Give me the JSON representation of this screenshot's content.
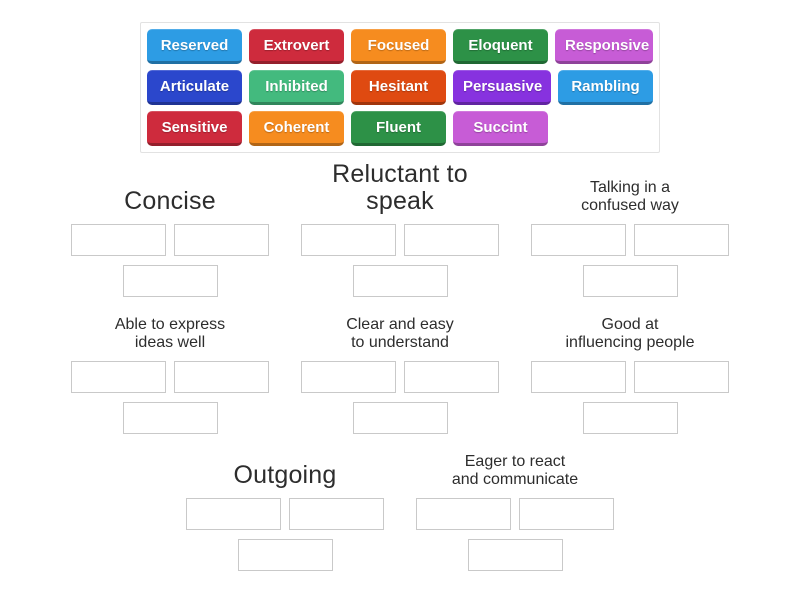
{
  "bank": {
    "chips": [
      {
        "label": "Reserved",
        "color": "#2d9ce4"
      },
      {
        "label": "Extrovert",
        "color": "#ce2b3d"
      },
      {
        "label": "Focused",
        "color": "#f68c1f"
      },
      {
        "label": "Eloquent",
        "color": "#2d9147"
      },
      {
        "label": "Responsive",
        "color": "#c75cd6"
      },
      {
        "label": "Articulate",
        "color": "#2b47cc"
      },
      {
        "label": "Inhibited",
        "color": "#43ba7e"
      },
      {
        "label": "Hesitant",
        "color": "#df4a11"
      },
      {
        "label": "Persuasive",
        "color": "#8732df"
      },
      {
        "label": "Rambling",
        "color": "#2d9ce4"
      },
      {
        "label": "Sensitive",
        "color": "#ce2b3d"
      },
      {
        "label": "Coherent",
        "color": "#f68c1f"
      },
      {
        "label": "Fluent",
        "color": "#2d9147"
      },
      {
        "label": "Succint",
        "color": "#c75cd6"
      }
    ]
  },
  "categories": [
    {
      "title": "Concise",
      "size": "large",
      "lines": [
        "Concise"
      ]
    },
    {
      "title": "Reluctant to speak",
      "size": "large",
      "lines": [
        "Reluctant to speak"
      ]
    },
    {
      "title": "Talking in a confused way",
      "size": "small",
      "lines": [
        "Talking in a",
        "confused way"
      ]
    },
    {
      "title": "Able to express ideas well",
      "size": "small",
      "lines": [
        "Able to express",
        "ideas well"
      ]
    },
    {
      "title": "Clear and easy to understand",
      "size": "small",
      "lines": [
        "Clear and easy",
        "to understand"
      ]
    },
    {
      "title": "Good at influencing people",
      "size": "small",
      "lines": [
        "Good at",
        "influencing people"
      ]
    },
    {
      "title": "Outgoing",
      "size": "large",
      "lines": [
        "Outgoing"
      ]
    },
    {
      "title": "Eager to react and communicate",
      "size": "small",
      "lines": [
        "Eager to react",
        "and communicate"
      ]
    }
  ],
  "slots_per_category": 3,
  "theme": {
    "background": "#ffffff",
    "bank_border": "#e2e2e2",
    "slot_border": "#c9c9c9",
    "heading_text": "#2d2d2d",
    "chip_text": "#ffffff"
  }
}
